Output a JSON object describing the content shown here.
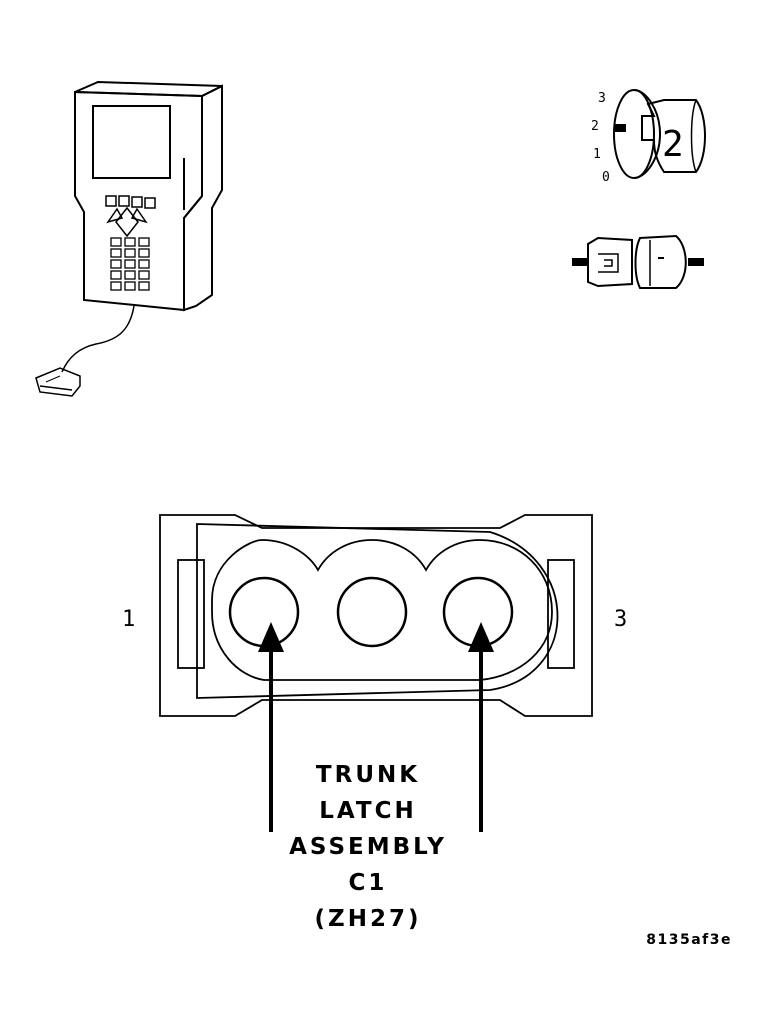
{
  "connector": {
    "pin_left": "1",
    "pin_right": "3",
    "label_lines": [
      "TRUNK",
      "LATCH",
      "ASSEMBLY",
      "C1",
      "(ZH27)"
    ]
  },
  "ignition": {
    "positions": [
      "3",
      "2",
      "1",
      "0"
    ],
    "key_number": "2"
  },
  "figure_id": "8135af3e",
  "colors": {
    "ink": "#000000",
    "paper": "#ffffff"
  },
  "icons": [
    "scan-tool-icon",
    "ignition-switch-icon",
    "connector-pair-icon"
  ]
}
